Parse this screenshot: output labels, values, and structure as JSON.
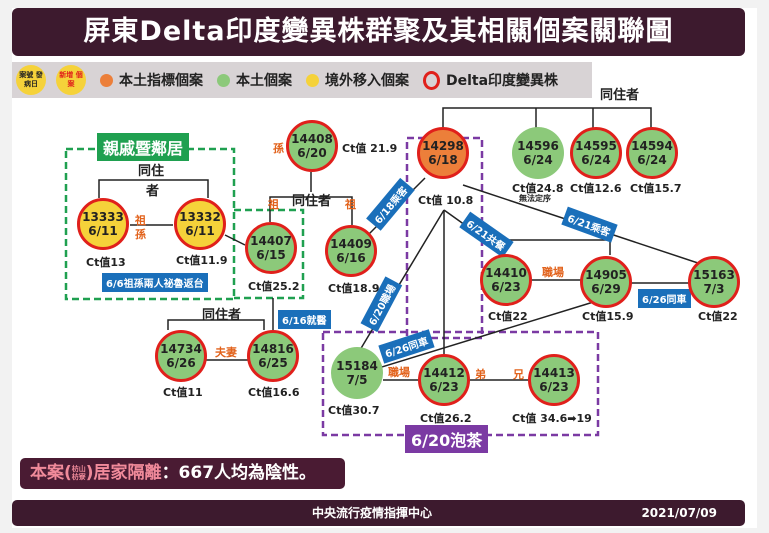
{
  "title": "屏東Delta印度變異株群聚及其相關個案關聯圖",
  "legend": {
    "badge1": "案號 發病日",
    "badge2": "新增 個案",
    "orange": "本土指標個案",
    "green": "本土個案",
    "yellow": "境外移入個案",
    "ring": "Delta印度變異株",
    "colors": {
      "orange": "#ec7f3a",
      "green": "#8cc97a",
      "yellow": "#f5d23a",
      "red": "#e0201b"
    }
  },
  "nodes": [
    {
      "id": "13333",
      "date": "6/11",
      "ct": "Ct值13"
    },
    {
      "id": "13332",
      "date": "6/11",
      "ct": "Ct值11.9"
    },
    {
      "id": "14407",
      "date": "6/15",
      "ct": "Ct值25.2"
    },
    {
      "id": "14408",
      "date": "6/20",
      "ct": "Ct值 21.9"
    },
    {
      "id": "14409",
      "date": "6/16",
      "ct": "Ct值18.9"
    },
    {
      "id": "14298",
      "date": "6/18",
      "ct": "Ct值 10.8"
    },
    {
      "id": "14596",
      "date": "6/24",
      "ct": "Ct值24.8",
      "note": "無法定序"
    },
    {
      "id": "14595",
      "date": "6/24",
      "ct": "Ct值12.6"
    },
    {
      "id": "14594",
      "date": "6/24",
      "ct": "Ct值15.7"
    },
    {
      "id": "14410",
      "date": "6/23",
      "ct": "Ct值22"
    },
    {
      "id": "14905",
      "date": "6/29",
      "ct": "Ct值15.9"
    },
    {
      "id": "15163",
      "date": "7/3",
      "ct": "Ct值22"
    },
    {
      "id": "14734",
      "date": "6/26",
      "ct": "Ct值11"
    },
    {
      "id": "14816",
      "date": "6/25",
      "ct": "Ct值16.6"
    },
    {
      "id": "15184",
      "date": "7/5",
      "ct": "Ct值30.7"
    },
    {
      "id": "14412",
      "date": "6/23",
      "ct": "Ct值26.2"
    },
    {
      "id": "14413",
      "date": "6/23",
      "ct": "Ct值 34.6➡19"
    }
  ],
  "groups": {
    "family": "親戚暨鄰居",
    "tea": "6/20泡茶"
  },
  "labels": {
    "cohab1a": "同住",
    "cohab1b": "者",
    "cohab2": "同住者",
    "cohab3": "同住者",
    "cohab4": "同住者"
  },
  "relations": {
    "grand": "祖",
    "grandchild": "孫",
    "grand2": "祖",
    "grand3": "祖",
    "grandson": "孫",
    "workplace": "職場",
    "couple": "夫妻",
    "workplace2": "職場",
    "brother1": "弟",
    "brother2": "兄"
  },
  "tags": {
    "t1": "6/6祖孫兩人祕魯返台",
    "t2": "6/18乘客",
    "t3": "6/21共餐",
    "t4": "6/21乘客",
    "t5": "6/26同車",
    "t6": "6/16就醫",
    "t7": "6/20職場",
    "t8": "6/26同車"
  },
  "quarantine": {
    "prefix": "本案(",
    "sub1": "枋山",
    "sub2": "枋寮",
    "mid": ")居家隔離",
    "rest": "：667人均為陰性。"
  },
  "footer": {
    "org": "中央流行疫情指揮中心",
    "date": "2021/07/09"
  }
}
